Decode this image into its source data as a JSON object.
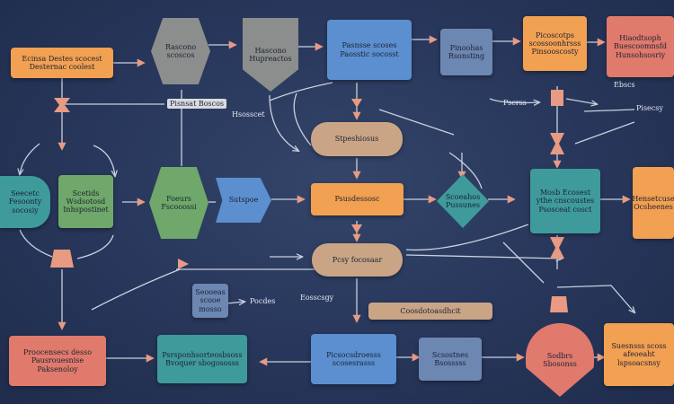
{
  "palette": {
    "background": "#27365a",
    "connector": "#c9d0de",
    "arrow": "#e89a82"
  },
  "nodes": {
    "n01": "Ecinsa Destes scocest Desternac coolest",
    "n02": "Rascono scoscos",
    "n03": "Hascono Hupreactos",
    "n04": "Pasnsse scoses Paosstic socosst",
    "n05": "Pinoohas Rsonsting",
    "n06": "Picoscotps scossoonhrsss Pinsooscosty",
    "n07": "Hiaodtsoph Buescoomnsfd Hunsohsosriy",
    "n08": "Stpeshiosus",
    "n09": "Seecetc Fesoonty socosiy",
    "n10": "Scetids Wsdsotosd Inhspostinet",
    "n11": "Foeurs Fscooossi",
    "n12": "Sutspoe",
    "n13": "Psusdessosc",
    "n14": "Scoeahos Pussunes",
    "n15": "Mosb Ecosest ythe cnscoustes Psosceat cosct",
    "n16": "Hensetcuse Ocsheenes",
    "n17": "Pcsy focosaar",
    "n18": "Seooeas scooe mosso",
    "n19": "Coosdotoasdhcit",
    "n20": "Proocensecs desso Pausrouesnise Paksenoloy",
    "n21": "Psrsponhsorteosbsoss Bvoquer sbogososss",
    "n22": "Picsocsdroesss scosesrasss",
    "n23": "Scsostnes Bsosssss",
    "n24": "Sodbrs Sbosonss",
    "n25": "Suesnsss scoss afeoeaht lspsoacsnsy"
  },
  "labels": {
    "l01": "Pisnsat Boscos",
    "l02": "Hsosscet",
    "l03": "Pscrss",
    "l04": "Ebscs",
    "l05": "Pisecsy",
    "l06": "Pocdes",
    "l07": "Eosscsgy"
  }
}
